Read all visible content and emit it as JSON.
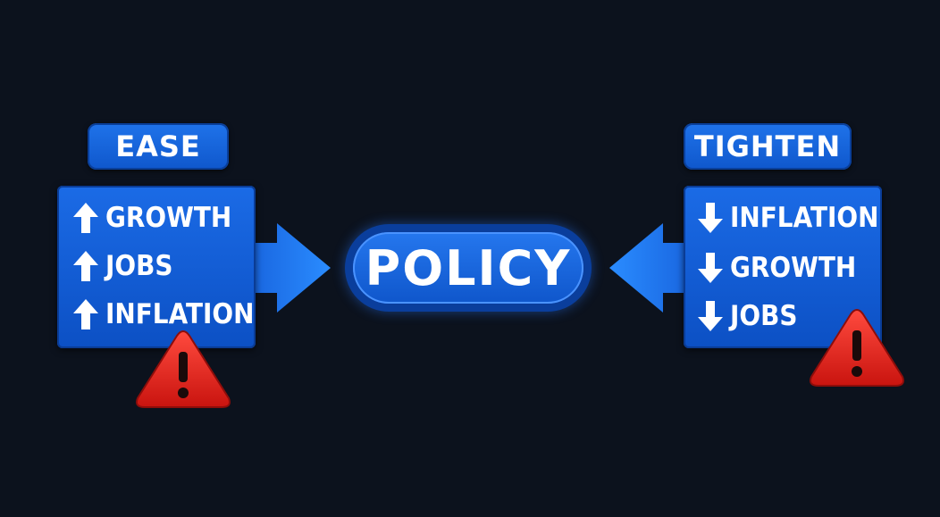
{
  "colors": {
    "background": "#0c121d",
    "box": "#1565dd",
    "arrow": "#1f7cf5",
    "warning": "#e4261f",
    "text": "#ffffff"
  },
  "center": {
    "label": "POLICY"
  },
  "ease": {
    "title": "EASE",
    "items": [
      {
        "direction": "up",
        "icon": "arrow-up-icon",
        "label": "GROWTH"
      },
      {
        "direction": "up",
        "icon": "arrow-up-icon",
        "label": "JOBS"
      },
      {
        "direction": "up",
        "icon": "arrow-up-icon",
        "label": "INFLATION"
      }
    ],
    "warning_icon": "warning-triangle-icon"
  },
  "tighten": {
    "title": "TIGHTEN",
    "items": [
      {
        "direction": "down",
        "icon": "arrow-down-icon",
        "label": "INFLATION"
      },
      {
        "direction": "down",
        "icon": "arrow-down-icon",
        "label": "GROWTH"
      },
      {
        "direction": "down",
        "icon": "arrow-down-icon",
        "label": "JOBS"
      }
    ],
    "warning_icon": "warning-triangle-icon"
  }
}
